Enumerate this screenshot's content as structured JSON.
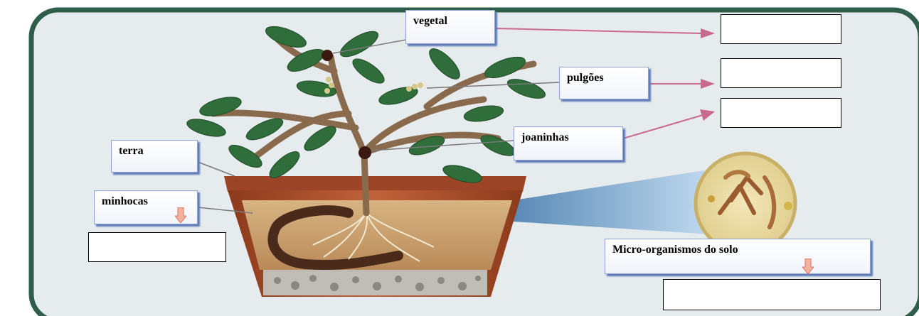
{
  "labels": {
    "vegetal": "vegetal",
    "pulgoes": "pulgões",
    "joaninhas": "joaninhas",
    "terra": "terra",
    "minhocas": "minhocas",
    "micro": "Micro-organismos do solo"
  },
  "colors": {
    "frame_border": "#2e5e4a",
    "panel_bg": "#e6ebee",
    "pot": "#b8562f",
    "soil": "#c8a070",
    "leaf": "#2f6d3a",
    "arrow": "#c9698f",
    "label_shadow": "#5b78b5",
    "magnifier_cone": "#7fb2e0"
  }
}
